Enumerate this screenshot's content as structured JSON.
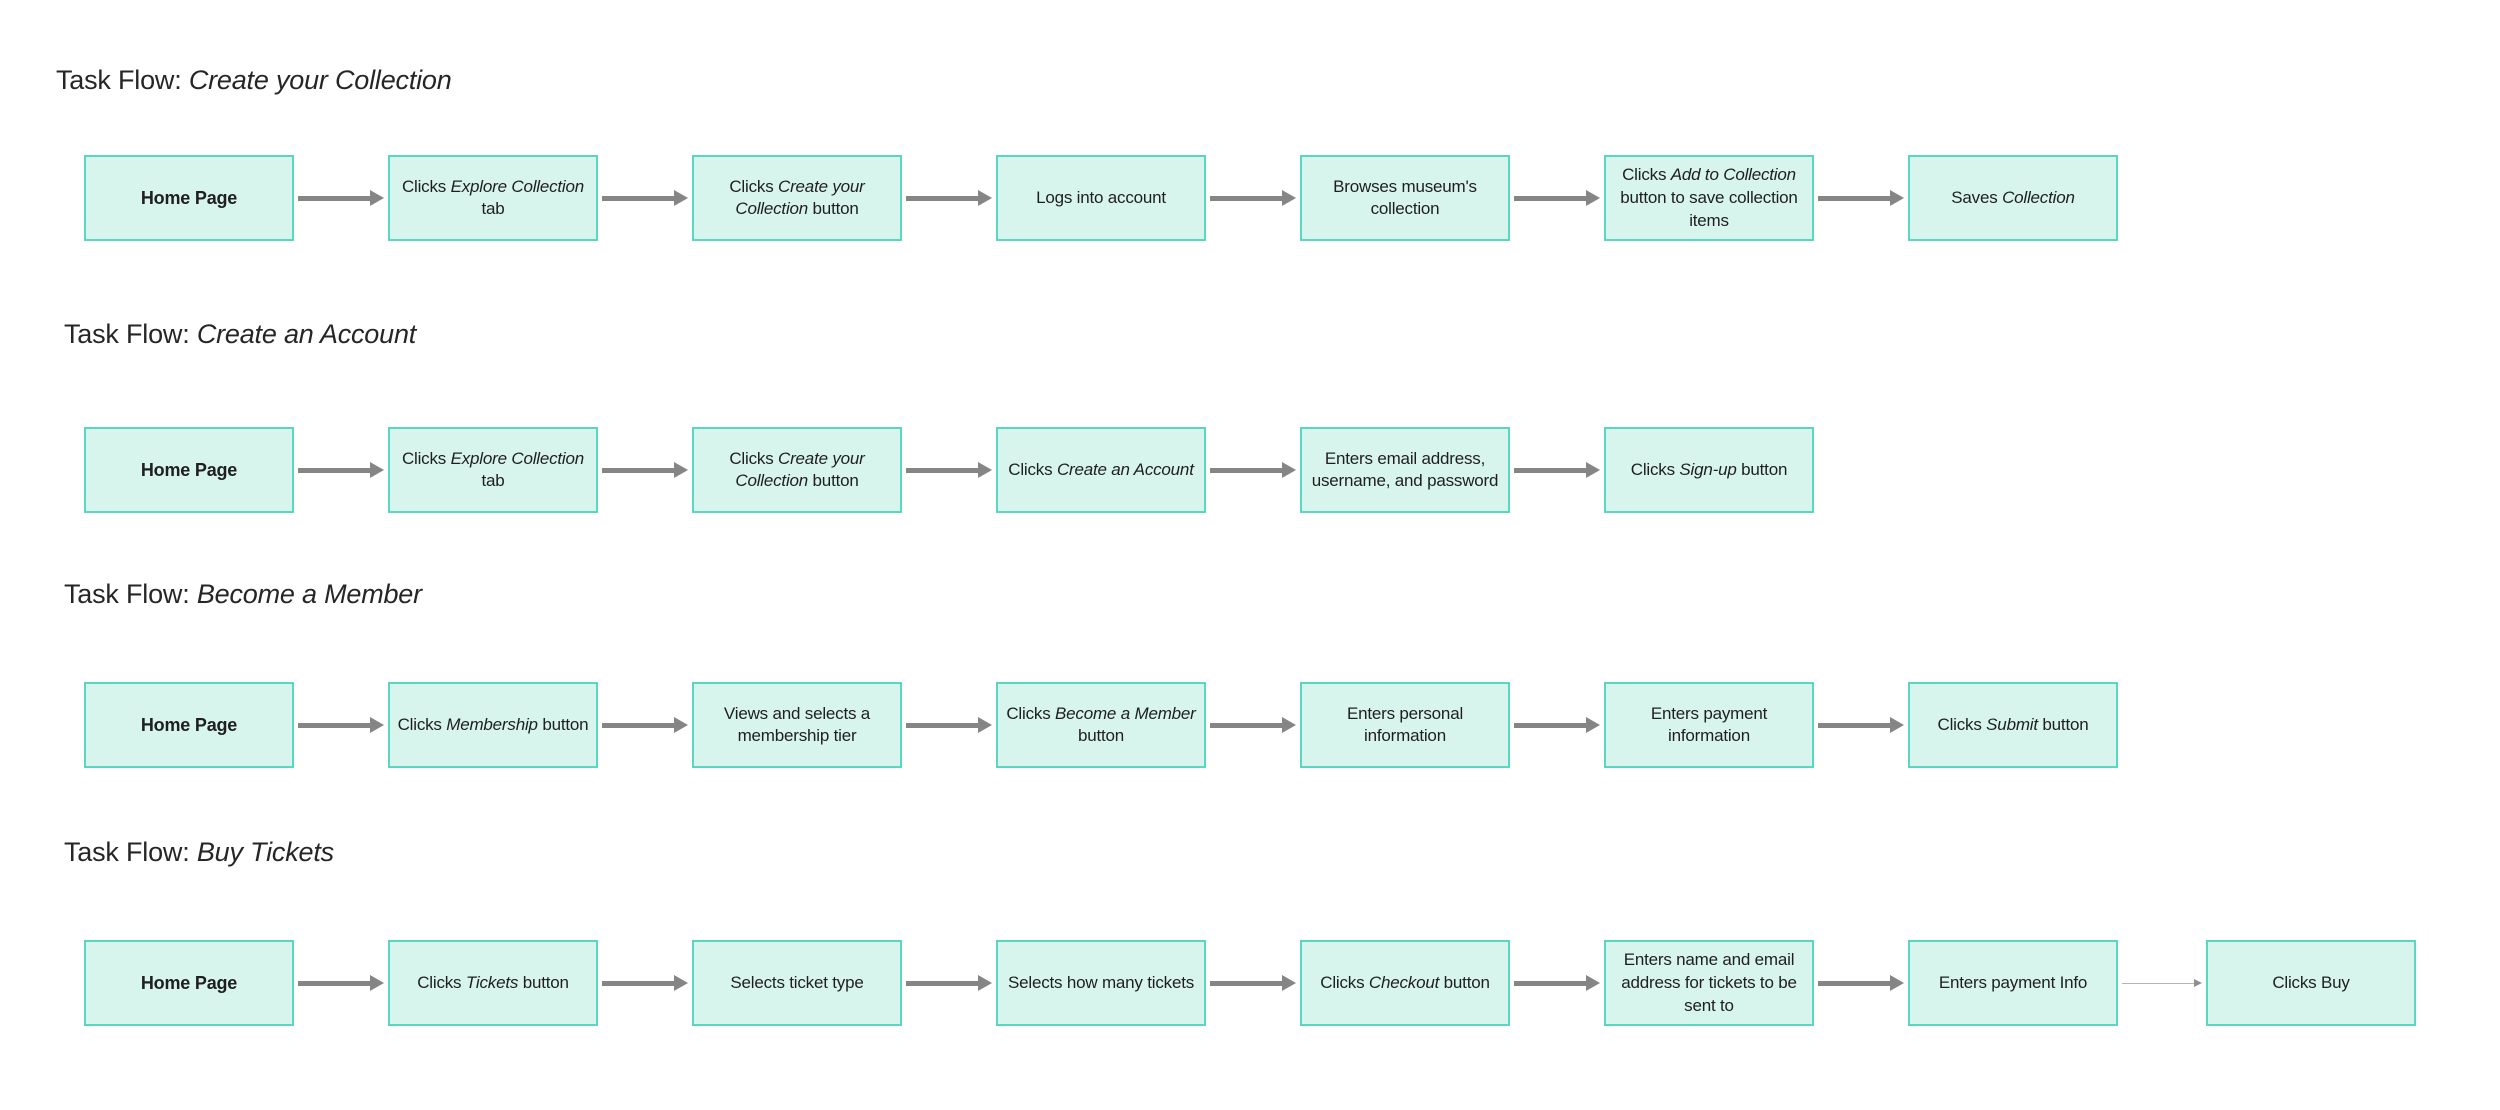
{
  "colors": {
    "node_fill": "#d7f5ec",
    "node_border": "#5bd6c0",
    "arrow": "#858585",
    "thin_arrow": "#b5b5b5",
    "title_text": "#262626",
    "node_text": "#1f1f1f"
  },
  "flows": [
    {
      "title": {
        "prefix": "Task Flow: ",
        "name": "Create your Collection"
      },
      "steps": [
        {
          "parts": [
            {
              "text": "Home Page",
              "bold": true
            }
          ]
        },
        {
          "parts": [
            {
              "text": "Clicks "
            },
            {
              "text": "Explore Collection",
              "italic": true
            },
            {
              "text": " tab"
            }
          ]
        },
        {
          "parts": [
            {
              "text": "Clicks "
            },
            {
              "text": "Create your Collection",
              "italic": true
            },
            {
              "text": " button"
            }
          ]
        },
        {
          "parts": [
            {
              "text": "Logs into account"
            }
          ]
        },
        {
          "parts": [
            {
              "text": "Browses museum's collection"
            }
          ]
        },
        {
          "parts": [
            {
              "text": "Clicks "
            },
            {
              "text": "Add to Collection",
              "italic": true
            },
            {
              "text": " button to save collection items"
            }
          ]
        },
        {
          "parts": [
            {
              "text": "Saves "
            },
            {
              "text": "Collection",
              "italic": true
            }
          ]
        }
      ]
    },
    {
      "title": {
        "prefix": "Task Flow: ",
        "name": "Create an Account"
      },
      "steps": [
        {
          "parts": [
            {
              "text": "Home Page",
              "bold": true
            }
          ]
        },
        {
          "parts": [
            {
              "text": "Clicks "
            },
            {
              "text": "Explore Collection",
              "italic": true
            },
            {
              "text": " tab"
            }
          ]
        },
        {
          "parts": [
            {
              "text": "Clicks "
            },
            {
              "text": "Create your Collection",
              "italic": true
            },
            {
              "text": " button"
            }
          ]
        },
        {
          "parts": [
            {
              "text": "Clicks "
            },
            {
              "text": "Create an Account",
              "italic": true
            }
          ]
        },
        {
          "parts": [
            {
              "text": "Enters email address, username, and password"
            }
          ]
        },
        {
          "parts": [
            {
              "text": "Clicks "
            },
            {
              "text": "Sign-up",
              "italic": true
            },
            {
              "text": " button"
            }
          ]
        }
      ]
    },
    {
      "title": {
        "prefix": "Task Flow: ",
        "name": "Become a Member"
      },
      "steps": [
        {
          "parts": [
            {
              "text": "Home Page",
              "bold": true
            }
          ]
        },
        {
          "parts": [
            {
              "text": "Clicks "
            },
            {
              "text": "Membership",
              "italic": true
            },
            {
              "text": " button"
            }
          ]
        },
        {
          "parts": [
            {
              "text": "Views and selects a membership tier"
            }
          ]
        },
        {
          "parts": [
            {
              "text": "Clicks "
            },
            {
              "text": "Become a Member",
              "italic": true
            },
            {
              "text": " button"
            }
          ]
        },
        {
          "parts": [
            {
              "text": "Enters personal information"
            }
          ]
        },
        {
          "parts": [
            {
              "text": "Enters payment information"
            }
          ]
        },
        {
          "parts": [
            {
              "text": "Clicks "
            },
            {
              "text": "Submit",
              "italic": true
            },
            {
              "text": " button"
            }
          ]
        }
      ]
    },
    {
      "title": {
        "prefix": "Task Flow: ",
        "name": "Buy Tickets"
      },
      "last_connector_style": "thin",
      "steps": [
        {
          "parts": [
            {
              "text": "Home Page",
              "bold": true
            }
          ]
        },
        {
          "parts": [
            {
              "text": "Clicks "
            },
            {
              "text": "Tickets",
              "italic": true
            },
            {
              "text": " button"
            }
          ]
        },
        {
          "parts": [
            {
              "text": "Selects ticket type"
            }
          ]
        },
        {
          "parts": [
            {
              "text": "Selects how many tickets"
            }
          ]
        },
        {
          "parts": [
            {
              "text": "Clicks "
            },
            {
              "text": "Checkout",
              "italic": true
            },
            {
              "text": " button"
            }
          ]
        },
        {
          "parts": [
            {
              "text": "Enters name and email address for tickets to be sent to"
            }
          ]
        },
        {
          "parts": [
            {
              "text": "Enters payment Info"
            }
          ]
        },
        {
          "parts": [
            {
              "text": "Clicks Buy"
            }
          ]
        }
      ]
    }
  ]
}
